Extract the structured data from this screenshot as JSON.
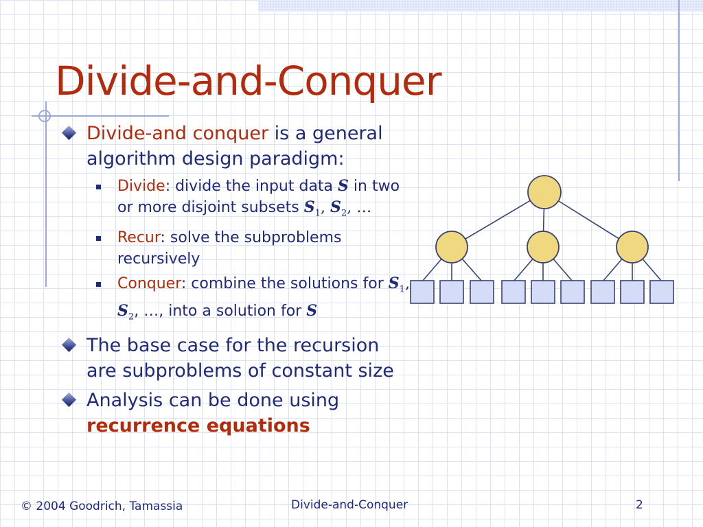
{
  "slide": {
    "title": "Divide-and-Conquer",
    "bullets": [
      {
        "lead": "Divide-and conquer",
        "text": " is a general algorithm design paradigm:",
        "subbullets": [
          {
            "lead": "Divide",
            "text": ": divide the input data ",
            "var": "S",
            "text2": " in two or more disjoint subsets ",
            "var2": "S",
            "sub2": "1",
            "sep2": ", ",
            "var3": "S",
            "sub3": "2",
            "tail": ", …"
          },
          {
            "lead": "Recur",
            "text": ": solve the subproblems recursively"
          },
          {
            "lead": "Conquer",
            "text": ": combine the solutions for ",
            "var": "S",
            "sub": "1",
            "sep": ", ",
            "var2": "S",
            "sub2": "2",
            "text2": ", …, into a solution for ",
            "var3": "S"
          }
        ]
      },
      {
        "text": "The base case for the recursion are subproblems of constant size"
      },
      {
        "text": "Analysis can be done using ",
        "emph": "recurrence equations"
      }
    ]
  },
  "footer": {
    "copyright": "© 2004 Goodrich, Tamassia",
    "center": "Divide-and-Conquer",
    "page": "2"
  },
  "icons": {
    "bullet_l1": "diamond-bullet-icon",
    "bullet_l2": "square-bullet-icon"
  },
  "colors": {
    "title": "#b32a0c",
    "text": "#1f2a7a",
    "grid": "#dde3f2",
    "node_fill": "#f0d880",
    "leaf_fill": "#d4dcf7"
  }
}
